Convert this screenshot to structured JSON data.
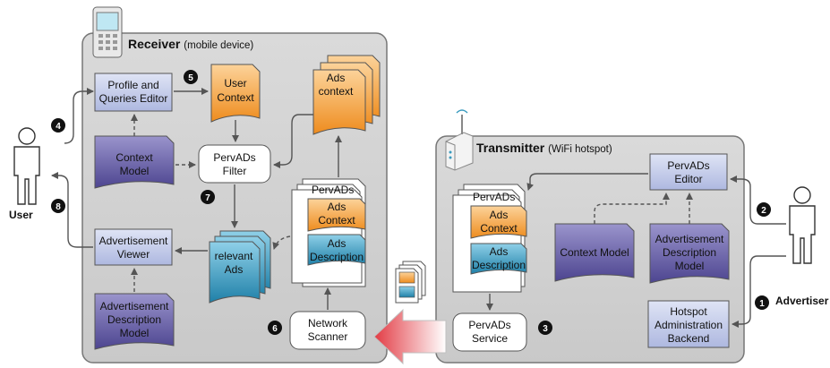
{
  "receiver": {
    "title": "Receiver",
    "subtitle": "(mobile device)",
    "profile_editor": [
      "Profile and",
      "Queries Editor"
    ],
    "user_context": [
      "User",
      "Context"
    ],
    "ads_context": [
      "Ads",
      "context"
    ],
    "context_model": [
      "Context",
      "Model"
    ],
    "pervads_filter": [
      "PervADs",
      "Filter"
    ],
    "relevant_ads": [
      "relevant",
      "Ads"
    ],
    "ad_viewer": [
      "Advertisement",
      "Viewer"
    ],
    "ad_desc_model": [
      "Advertisement",
      "Description",
      "Model"
    ],
    "network_scanner": [
      "Network",
      "Scanner"
    ],
    "pervads_doc": {
      "title": "PervADs",
      "context": [
        "Ads",
        "Context"
      ],
      "description": [
        "Ads",
        "Description"
      ]
    }
  },
  "transmitter": {
    "title": "Transmitter",
    "subtitle": "(WiFi hotspot)",
    "pervads_editor": [
      "PervADs",
      "Editor"
    ],
    "context_model": "Context Model",
    "ad_desc_model": [
      "Advertisement",
      "Description",
      "Model"
    ],
    "hotspot_backend": [
      "Hotspot",
      "Administration",
      "Backend"
    ],
    "pervads_service": [
      "PervADs",
      "Service"
    ],
    "pervads_doc": {
      "title": "PervADs",
      "context": [
        "Ads",
        "Context"
      ],
      "description": [
        "Ads",
        "Description"
      ]
    }
  },
  "actors": {
    "user": "User",
    "advertiser": "Advertiser"
  },
  "steps": [
    "1",
    "2",
    "3",
    "4",
    "5",
    "6",
    "7",
    "8"
  ],
  "colors": {
    "panel": "#d3d3d3",
    "blue_box": "#c3cbe6",
    "purple_doc": "#6b63a8",
    "orange_doc": "#f4a640",
    "teal_doc": "#3a9bbf",
    "arrow_red": "#e8404a"
  }
}
